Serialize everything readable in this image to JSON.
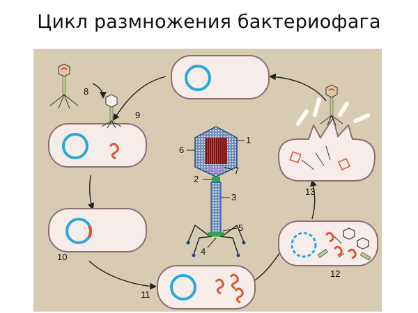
{
  "title": "Цикл размножения бактериофага",
  "labels": {
    "n1": "1",
    "n2": "2",
    "n3": "3",
    "n4": "4",
    "n5": "5",
    "n6": "6",
    "n7": "7",
    "n8": "8",
    "n9": "9",
    "n10": "10",
    "n11": "11",
    "n12": "12",
    "n13": "13"
  },
  "colors": {
    "background": "#d7cbb1",
    "cell_fill": "#f6ecea",
    "cell_stroke": "#8a6f6f",
    "dna_ring": "#2aa7d8",
    "viral_dna": "#d9552c",
    "phage_head": "#5f7ea6",
    "phage_tail": "#1f3f9e",
    "arrow": "#222222"
  }
}
